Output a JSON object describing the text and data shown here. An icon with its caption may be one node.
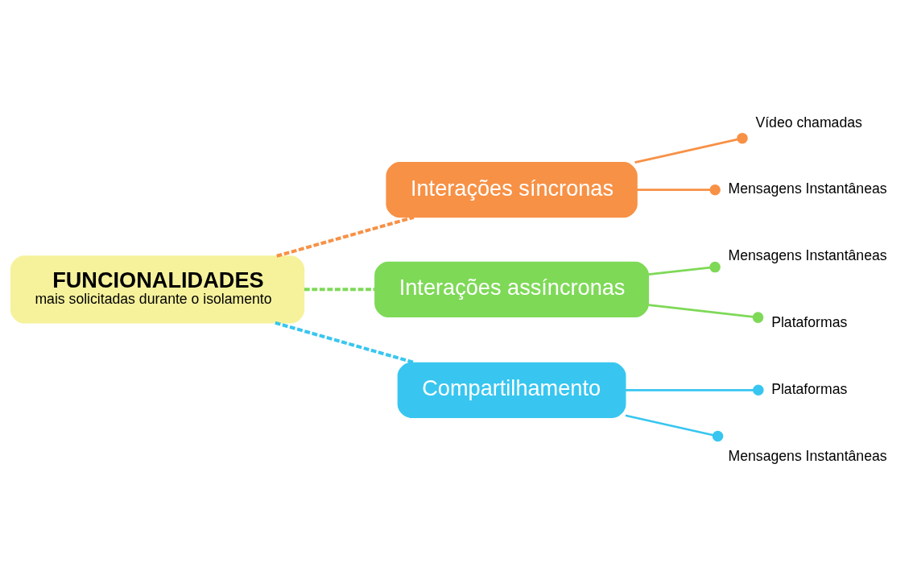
{
  "diagram": {
    "nodes": [
      {
        "text": [
          "Interações síncronas"
        ]
      },
      {
        "text": [
          "Vídeo chamadas"
        ]
      },
      {
        "text": [
          "Mensagens Instantâneas"
        ]
      },
      {
        "text": [
          "Interações assíncronas"
        ]
      },
      {
        "text": [
          "Mensagens Instantâneas"
        ]
      },
      {
        "text": [
          "Plataformas"
        ]
      },
      {
        "text": [
          "FUNCIONALIDADES",
          "mais solicitadas durante o isolamento"
        ]
      },
      {
        "text": [
          "Compartilhamento"
        ]
      },
      {
        "text": [
          "Plataformas"
        ]
      },
      {
        "text": [
          "Mensagens Instantâneas"
        ]
      }
    ],
    "edges": [
      {
        "from": 6,
        "to": 0,
        "arrow": "none",
        "style": "dashed",
        "color": "#f79146"
      },
      {
        "from": 0,
        "to": 1,
        "arrow": "other",
        "color": "#f79146"
      },
      {
        "from": 0,
        "to": 2,
        "arrow": "other",
        "color": "#f79146"
      },
      {
        "from": 6,
        "to": 3,
        "arrow": "none",
        "style": "dashed",
        "color": "#7ed957"
      },
      {
        "from": 3,
        "to": 4,
        "arrow": "other",
        "color": "#7ed957"
      },
      {
        "from": 3,
        "to": 5,
        "arrow": "other",
        "color": "#7ed957"
      },
      {
        "from": 6,
        "to": 7,
        "arrow": "none",
        "style": "dashed",
        "color": "#38c6f0"
      },
      {
        "from": 7,
        "to": 8,
        "arrow": "other",
        "color": "#38c6f0"
      },
      {
        "from": 7,
        "to": 9,
        "arrow": "other",
        "color": "#38c6f0"
      }
    ]
  }
}
